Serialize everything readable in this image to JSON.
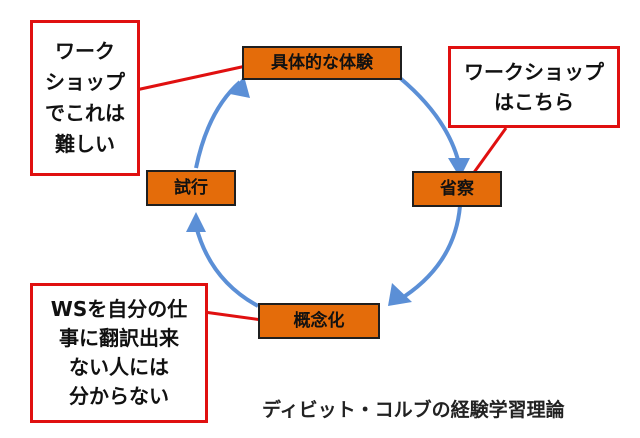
{
  "diagram": {
    "nodes": {
      "experience": "具体的な体験",
      "reflection": "省察",
      "conceptualization": "概念化",
      "experimentation": "試行"
    },
    "callouts": {
      "left_top": [
        "ワーク",
        "ショップ",
        "でこれは",
        "難しい"
      ],
      "right_top": [
        "ワークショップ",
        "はこちら"
      ],
      "left_bottom": [
        "WSを自分の仕",
        "事に翻訳出来",
        "ない人には",
        "分からない"
      ]
    },
    "caption": "ディビット・コルブの経験学習理論",
    "colors": {
      "node_fill": "#e46c0a",
      "arrow": "#5b8fd6",
      "callout_border": "#e01010"
    }
  }
}
